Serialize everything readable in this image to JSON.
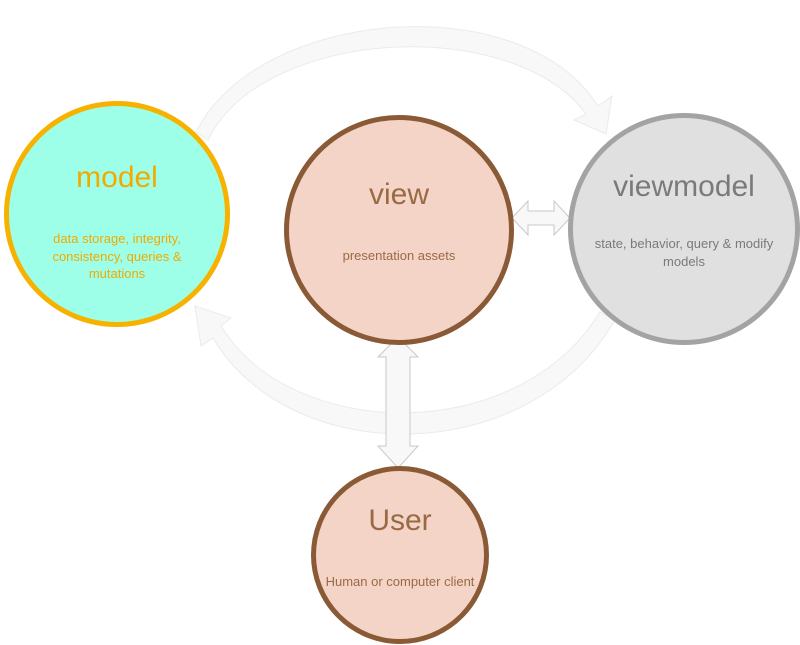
{
  "nodes": {
    "model": {
      "title": "model",
      "description": "data storage, integrity, consistency, queries & mutations"
    },
    "view": {
      "title": "view",
      "description": "presentation assets"
    },
    "viewmodel": {
      "title": "viewmodel",
      "description": "state, behavior, query & modify models"
    },
    "user": {
      "title": "User",
      "description": "Human or computer client"
    }
  },
  "colors": {
    "model_fill": "#9effe8",
    "model_border": "#f7b200",
    "view_fill": "#f3d4c6",
    "view_border": "#8a5a36",
    "viewmodel_fill": "#e0e0e0",
    "viewmodel_border": "#a3a3a3",
    "arrow_fill": "#f8f8f8",
    "arrow_stroke": "#c9c9c9"
  }
}
